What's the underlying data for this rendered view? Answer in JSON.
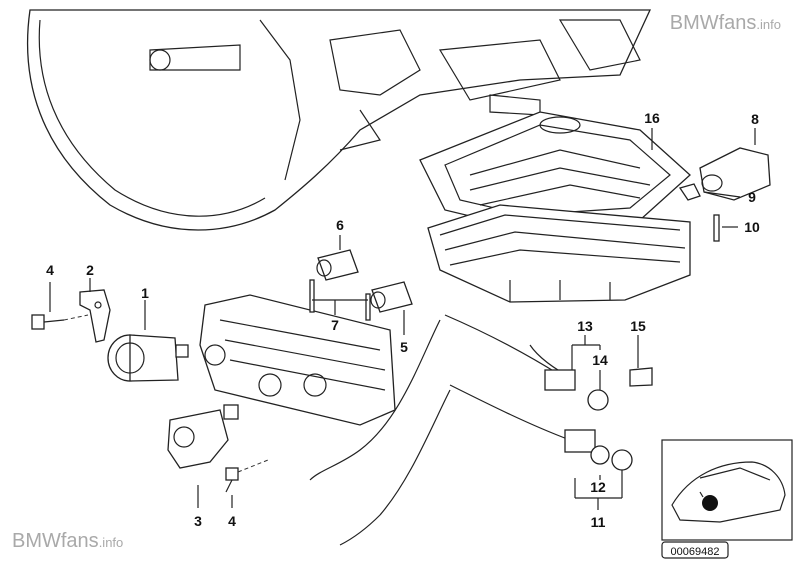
{
  "watermark": {
    "brand": "BMWfans",
    "suffix": ".info"
  },
  "diagram_number": "00069482",
  "callouts": [
    "1",
    "2",
    "3",
    "4",
    "4",
    "5",
    "6",
    "7",
    "8",
    "9",
    "10",
    "11",
    "12",
    "13",
    "14",
    "15",
    "16"
  ]
}
